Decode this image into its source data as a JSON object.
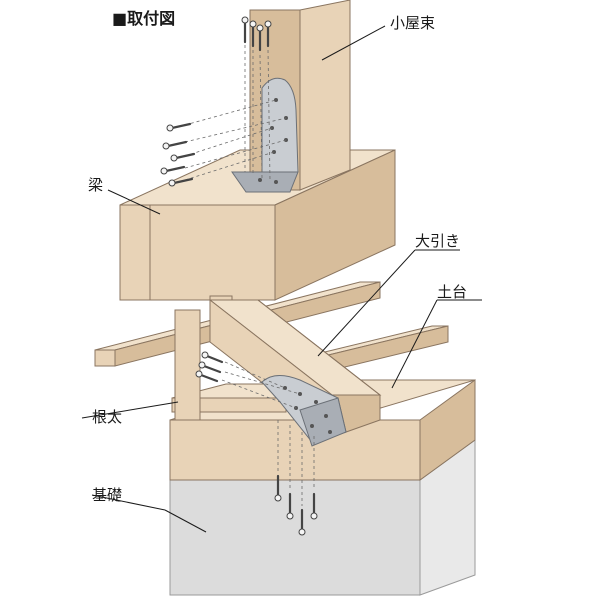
{
  "title": "■取付図",
  "labels": {
    "koyazuka": "小屋束",
    "hari": "梁",
    "obiki": "大引き",
    "dodai": "土台",
    "neda": "根太",
    "kiso": "基礎"
  },
  "colors": {
    "wood": "#e8d3b7",
    "concrete": "#dcdcdc",
    "metal": "#c9cdd2"
  }
}
